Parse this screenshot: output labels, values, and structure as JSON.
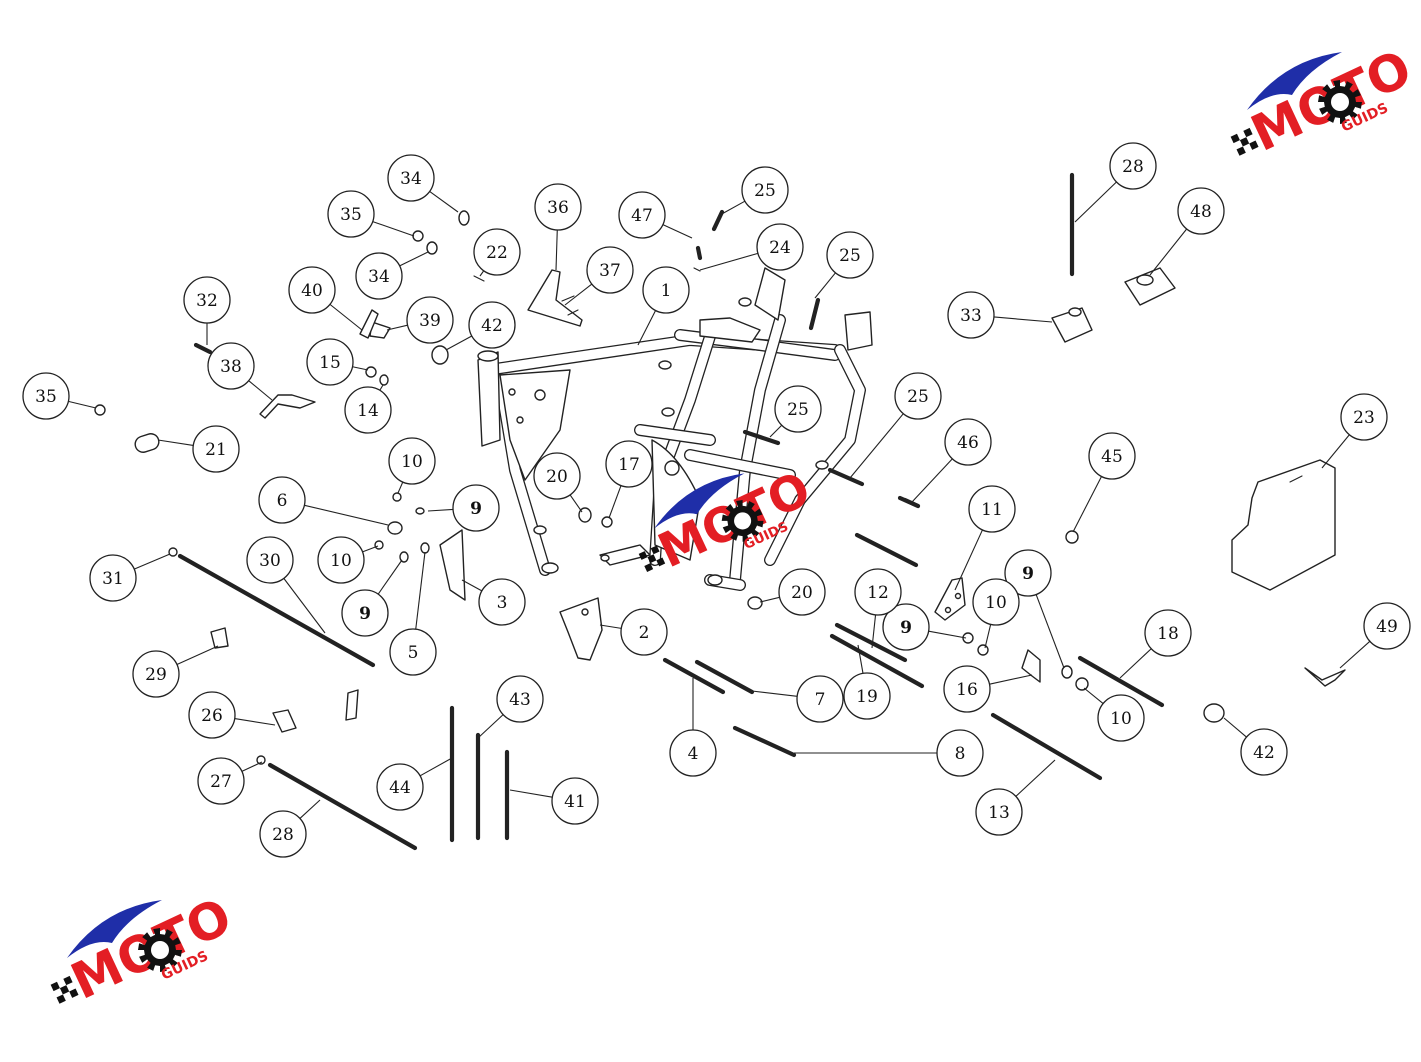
{
  "brand": {
    "logo_text": "MOTO",
    "logo_subtext": "GUIDS",
    "colors": {
      "red": "#e31e24",
      "blue": "#1f2ea8",
      "black": "#111111"
    }
  },
  "callouts": [
    {
      "label": "1"
    },
    {
      "label": "2"
    },
    {
      "label": "3"
    },
    {
      "label": "4"
    },
    {
      "label": "5"
    },
    {
      "label": "6"
    },
    {
      "label": "7"
    },
    {
      "label": "8"
    },
    {
      "label": "9",
      "bold": true
    },
    {
      "label": "9",
      "bold": true
    },
    {
      "label": "9",
      "bold": true
    },
    {
      "label": "9",
      "bold": true
    },
    {
      "label": "10"
    },
    {
      "label": "10"
    },
    {
      "label": "10"
    },
    {
      "label": "10"
    },
    {
      "label": "11"
    },
    {
      "label": "12"
    },
    {
      "label": "13"
    },
    {
      "label": "14"
    },
    {
      "label": "15"
    },
    {
      "label": "16"
    },
    {
      "label": "17"
    },
    {
      "label": "18"
    },
    {
      "label": "19"
    },
    {
      "label": "20"
    },
    {
      "label": "20"
    },
    {
      "label": "21"
    },
    {
      "label": "22"
    },
    {
      "label": "23"
    },
    {
      "label": "24"
    },
    {
      "label": "25"
    },
    {
      "label": "25"
    },
    {
      "label": "25"
    },
    {
      "label": "25"
    },
    {
      "label": "26"
    },
    {
      "label": "27"
    },
    {
      "label": "28"
    },
    {
      "label": "28"
    },
    {
      "label": "29"
    },
    {
      "label": "30"
    },
    {
      "label": "31"
    },
    {
      "label": "32"
    },
    {
      "label": "33"
    },
    {
      "label": "34"
    },
    {
      "label": "34"
    },
    {
      "label": "35"
    },
    {
      "label": "35"
    },
    {
      "label": "36"
    },
    {
      "label": "37"
    },
    {
      "label": "38"
    },
    {
      "label": "39"
    },
    {
      "label": "40"
    },
    {
      "label": "41"
    },
    {
      "label": "42"
    },
    {
      "label": "42"
    },
    {
      "label": "43"
    },
    {
      "label": "44"
    },
    {
      "label": "45"
    },
    {
      "label": "46"
    },
    {
      "label": "47"
    },
    {
      "label": "48"
    },
    {
      "label": "49"
    }
  ]
}
